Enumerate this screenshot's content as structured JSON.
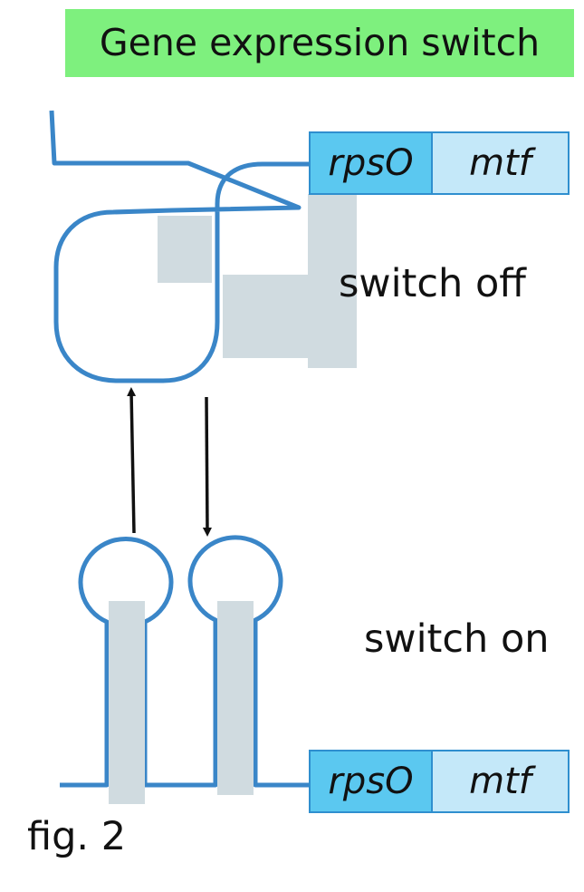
{
  "title": "Gene expression switch",
  "states": {
    "off": {
      "label": "switch off"
    },
    "on": {
      "label": "switch on"
    }
  },
  "genes": {
    "top": {
      "first": "rpsO",
      "second": "mtf"
    },
    "bottom": {
      "first": "rpsO",
      "second": "mtf"
    }
  },
  "figure_label": "fig. 2",
  "colors": {
    "title_bg": "#7ef07e",
    "rna_strand": "#3a86c8",
    "pairing_region": "#d0dbe0",
    "gene_first_bg": "#5bc8f0",
    "gene_second_bg": "#c4e8f9",
    "arrow": "#111111"
  }
}
